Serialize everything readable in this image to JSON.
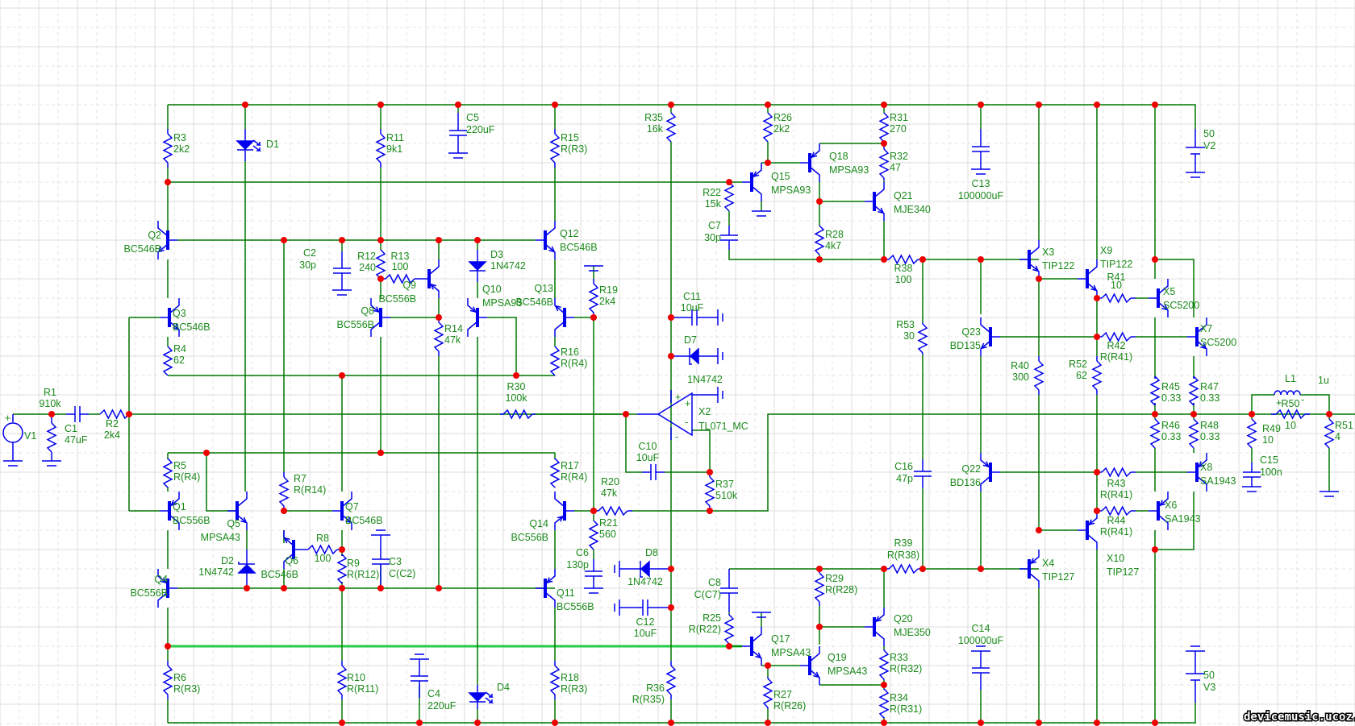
{
  "schematic": {
    "watermark": "devicemusic.ucoz.ru",
    "colors": {
      "wire": "#007700",
      "highlighted_wire": "#22cc44",
      "component": "#0000ee",
      "junction": "#ee0000",
      "label": "#1a8a1a",
      "grid": "#dcdcdc"
    },
    "sources": [
      {
        "ref": "V1",
        "value": ""
      },
      {
        "ref": "V2",
        "value": "50"
      },
      {
        "ref": "V3",
        "value": "50"
      }
    ],
    "resistors": [
      {
        "ref": "R1",
        "value": "910k"
      },
      {
        "ref": "R2",
        "value": "2k4"
      },
      {
        "ref": "R3",
        "value": "2k2"
      },
      {
        "ref": "R4",
        "value": "62"
      },
      {
        "ref": "R5",
        "value": "R(R4)"
      },
      {
        "ref": "R6",
        "value": "R(R3)"
      },
      {
        "ref": "R7",
        "value": "R(R14)"
      },
      {
        "ref": "R8",
        "value": "100"
      },
      {
        "ref": "R9",
        "value": "R(R12)"
      },
      {
        "ref": "R10",
        "value": "R(R11)"
      },
      {
        "ref": "R11",
        "value": "9k1"
      },
      {
        "ref": "R12",
        "value": "240"
      },
      {
        "ref": "R13",
        "value": "100"
      },
      {
        "ref": "R14",
        "value": "47k"
      },
      {
        "ref": "R15",
        "value": "R(R3)"
      },
      {
        "ref": "R16",
        "value": "R(R4)"
      },
      {
        "ref": "R17",
        "value": "R(R4)"
      },
      {
        "ref": "R18",
        "value": "R(R3)"
      },
      {
        "ref": "R19",
        "value": "2k4"
      },
      {
        "ref": "R20",
        "value": "47k"
      },
      {
        "ref": "R21",
        "value": "560"
      },
      {
        "ref": "R22",
        "value": "15k"
      },
      {
        "ref": "R25",
        "value": "R(R22)"
      },
      {
        "ref": "R26",
        "value": "2k2"
      },
      {
        "ref": "R27",
        "value": "R(R26)"
      },
      {
        "ref": "R28",
        "value": "4k7"
      },
      {
        "ref": "R29",
        "value": "R(R28)"
      },
      {
        "ref": "R30",
        "value": "100k"
      },
      {
        "ref": "R31",
        "value": "270"
      },
      {
        "ref": "R32",
        "value": "47"
      },
      {
        "ref": "R33",
        "value": "R(R32)"
      },
      {
        "ref": "R34",
        "value": "R(R31)"
      },
      {
        "ref": "R35",
        "value": "16k"
      },
      {
        "ref": "R36",
        "value": "R(R35)"
      },
      {
        "ref": "R37",
        "value": "510k"
      },
      {
        "ref": "R38",
        "value": "100"
      },
      {
        "ref": "R39",
        "value": "R(R38)"
      },
      {
        "ref": "R40",
        "value": "300"
      },
      {
        "ref": "R41",
        "value": "10"
      },
      {
        "ref": "R42",
        "value": "R(R41)"
      },
      {
        "ref": "R43",
        "value": "R(R41)"
      },
      {
        "ref": "R44",
        "value": "R(R41)"
      },
      {
        "ref": "R45",
        "value": "0.33"
      },
      {
        "ref": "R46",
        "value": "0.33"
      },
      {
        "ref": "R47",
        "value": "0.33"
      },
      {
        "ref": "R48",
        "value": "0.33"
      },
      {
        "ref": "R49",
        "value": "10"
      },
      {
        "ref": "R50",
        "value": "10"
      },
      {
        "ref": "R51",
        "value": "4"
      },
      {
        "ref": "R52",
        "value": "62"
      },
      {
        "ref": "R53",
        "value": "30"
      }
    ],
    "capacitors": [
      {
        "ref": "C1",
        "value": "47uF"
      },
      {
        "ref": "C2",
        "value": "30p"
      },
      {
        "ref": "C3",
        "value": "C(C2)"
      },
      {
        "ref": "C4",
        "value": "220uF"
      },
      {
        "ref": "C5",
        "value": "220uF"
      },
      {
        "ref": "C6",
        "value": "130p"
      },
      {
        "ref": "C7",
        "value": "30p"
      },
      {
        "ref": "C8",
        "value": "C(C7)"
      },
      {
        "ref": "C10",
        "value": "10uF"
      },
      {
        "ref": "C11",
        "value": "10uF"
      },
      {
        "ref": "C12",
        "value": "10uF"
      },
      {
        "ref": "C13",
        "value": "100000uF"
      },
      {
        "ref": "C14",
        "value": "100000uF"
      },
      {
        "ref": "C15",
        "value": "100n"
      },
      {
        "ref": "C16",
        "value": "47p"
      }
    ],
    "inductors": [
      {
        "ref": "L1",
        "value": "1u"
      }
    ],
    "diodes": [
      {
        "ref": "D1",
        "value": ""
      },
      {
        "ref": "D2",
        "value": "1N4742"
      },
      {
        "ref": "D3",
        "value": "1N4742"
      },
      {
        "ref": "D4",
        "value": ""
      },
      {
        "ref": "D7",
        "value": "1N4742"
      },
      {
        "ref": "D8",
        "value": "1N4742"
      }
    ],
    "transistors": [
      {
        "ref": "Q1",
        "value": "BC556B"
      },
      {
        "ref": "Q2",
        "value": "BC546B"
      },
      {
        "ref": "Q3",
        "value": "BC546B"
      },
      {
        "ref": "Q4",
        "value": "BC556B"
      },
      {
        "ref": "Q5",
        "value": "MPSA43"
      },
      {
        "ref": "Q6",
        "value": "BC546B"
      },
      {
        "ref": "Q7",
        "value": "BC546B"
      },
      {
        "ref": "Q8",
        "value": "BC556B"
      },
      {
        "ref": "Q9",
        "value": "BC556B"
      },
      {
        "ref": "Q10",
        "value": "MPSA93"
      },
      {
        "ref": "Q11",
        "value": "BC556B"
      },
      {
        "ref": "Q12",
        "value": "BC546B"
      },
      {
        "ref": "Q13",
        "value": "BC546B"
      },
      {
        "ref": "Q14",
        "value": "BC556B"
      },
      {
        "ref": "Q15",
        "value": "MPSA93"
      },
      {
        "ref": "Q17",
        "value": "MPSA43"
      },
      {
        "ref": "Q18",
        "value": "MPSA93"
      },
      {
        "ref": "Q19",
        "value": "MPSA43"
      },
      {
        "ref": "Q20",
        "value": "MJE350"
      },
      {
        "ref": "Q21",
        "value": "MJE340"
      },
      {
        "ref": "Q22",
        "value": "BD136"
      },
      {
        "ref": "Q23",
        "value": "BD135"
      },
      {
        "ref": "X3",
        "value": "TIP122"
      },
      {
        "ref": "X4",
        "value": "TIP127"
      },
      {
        "ref": "X5",
        "value": "SC5200"
      },
      {
        "ref": "X6",
        "value": "SA1943"
      },
      {
        "ref": "X7",
        "value": "SC5200"
      },
      {
        "ref": "X8",
        "value": "SA1943"
      },
      {
        "ref": "X9",
        "value": "TIP122"
      },
      {
        "ref": "X10",
        "value": "TIP127"
      }
    ],
    "opamps": [
      {
        "ref": "X2",
        "value": "TL071_MC"
      }
    ]
  }
}
